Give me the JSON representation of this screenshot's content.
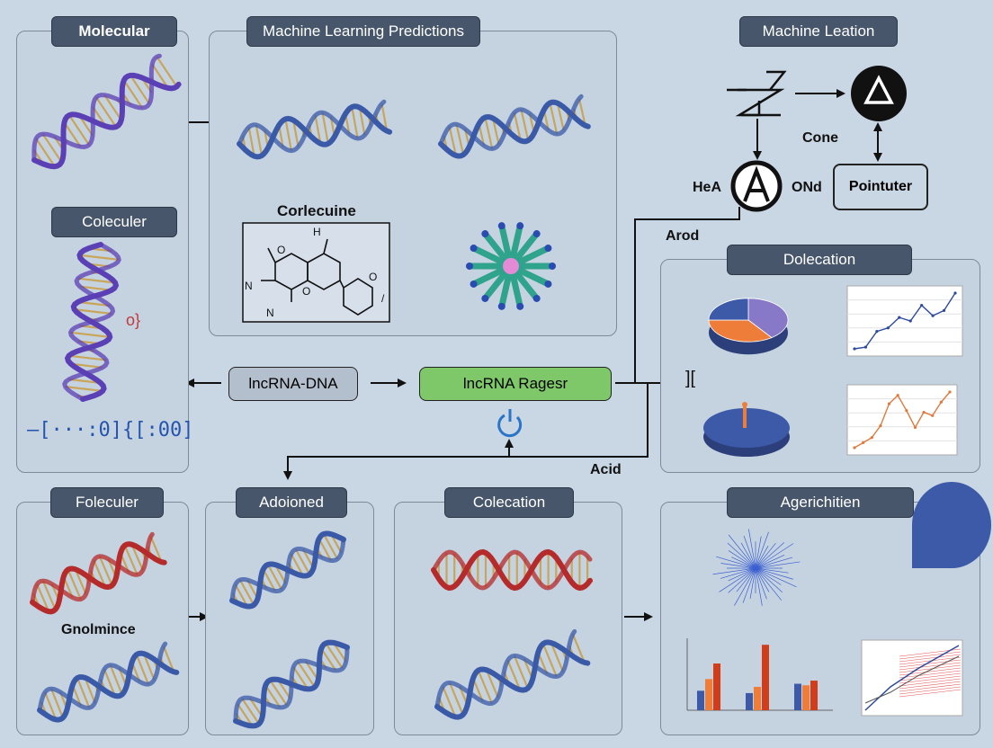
{
  "panels": {
    "molecular": "Molecular",
    "ml_predictions": "Machine Learning Predictions",
    "machine_lation": "Machine Leation",
    "coleculer": "Coleculer",
    "dolecation": "Dolecation",
    "foleculer": "Foleculer",
    "adoioned": "Adoioned",
    "colecation": "Colecation",
    "agerichitien": "Agerichitien"
  },
  "labels": {
    "corlecuine": "Corlecuine",
    "cone": "Cone",
    "hea": "HeA",
    "ond": "ONd",
    "arod": "Arod",
    "acid": "Acid",
    "gnolmince": "Gnolmince",
    "o_bracket": "o}",
    "code_glyphs": "—[···:0]{[:00]",
    "bracket_mark": "]["
  },
  "boxes": {
    "lncrna_dna": "lncRNA-DNA",
    "lncrna_ragesr": "lncRNA Ragesr",
    "pointuter": "Pointuter"
  },
  "colors": {
    "background": "#c9d6e3",
    "panel_border": "#7d8a99",
    "tag_fill": "#47566a",
    "dna_purple": "#5b3fb5",
    "dna_blue": "#3a5aa8",
    "dna_red": "#b52a2a",
    "green_box": "#7ec86a",
    "pie_blue": "#3c5aa8",
    "pie_orange": "#ee7d3a",
    "pie_purple": "#8878c8"
  },
  "icons": [
    "dna-helix-icon",
    "chemical-structure-icon",
    "molecule-network-icon",
    "refresh-icon",
    "triangle-icon",
    "letter-a-icon",
    "zigzag-icon"
  ],
  "chart_data": [
    {
      "type": "pie",
      "values": [
        40,
        35,
        25
      ],
      "colors": [
        "#8878c8",
        "#ee7d3a",
        "#3c5aa8"
      ]
    },
    {
      "type": "line",
      "series": [
        {
          "values": [
            1,
            1.2,
            3,
            3.4,
            4.6,
            4.2,
            6,
            4.8,
            5.4,
            7.4
          ]
        }
      ]
    },
    {
      "type": "line",
      "series": [
        {
          "values": [
            1,
            1.6,
            2.2,
            3.6,
            6.2,
            7.2,
            5.4,
            3.4,
            5.2,
            4.8,
            6.4,
            7.6
          ]
        }
      ]
    },
    {
      "type": "bar",
      "series": [
        {
          "values": [
            2.5,
            2.2,
            3.4
          ]
        },
        {
          "values": [
            4,
            3,
            3.2
          ]
        },
        {
          "values": [
            6,
            8.4,
            3.8
          ]
        }
      ]
    }
  ]
}
